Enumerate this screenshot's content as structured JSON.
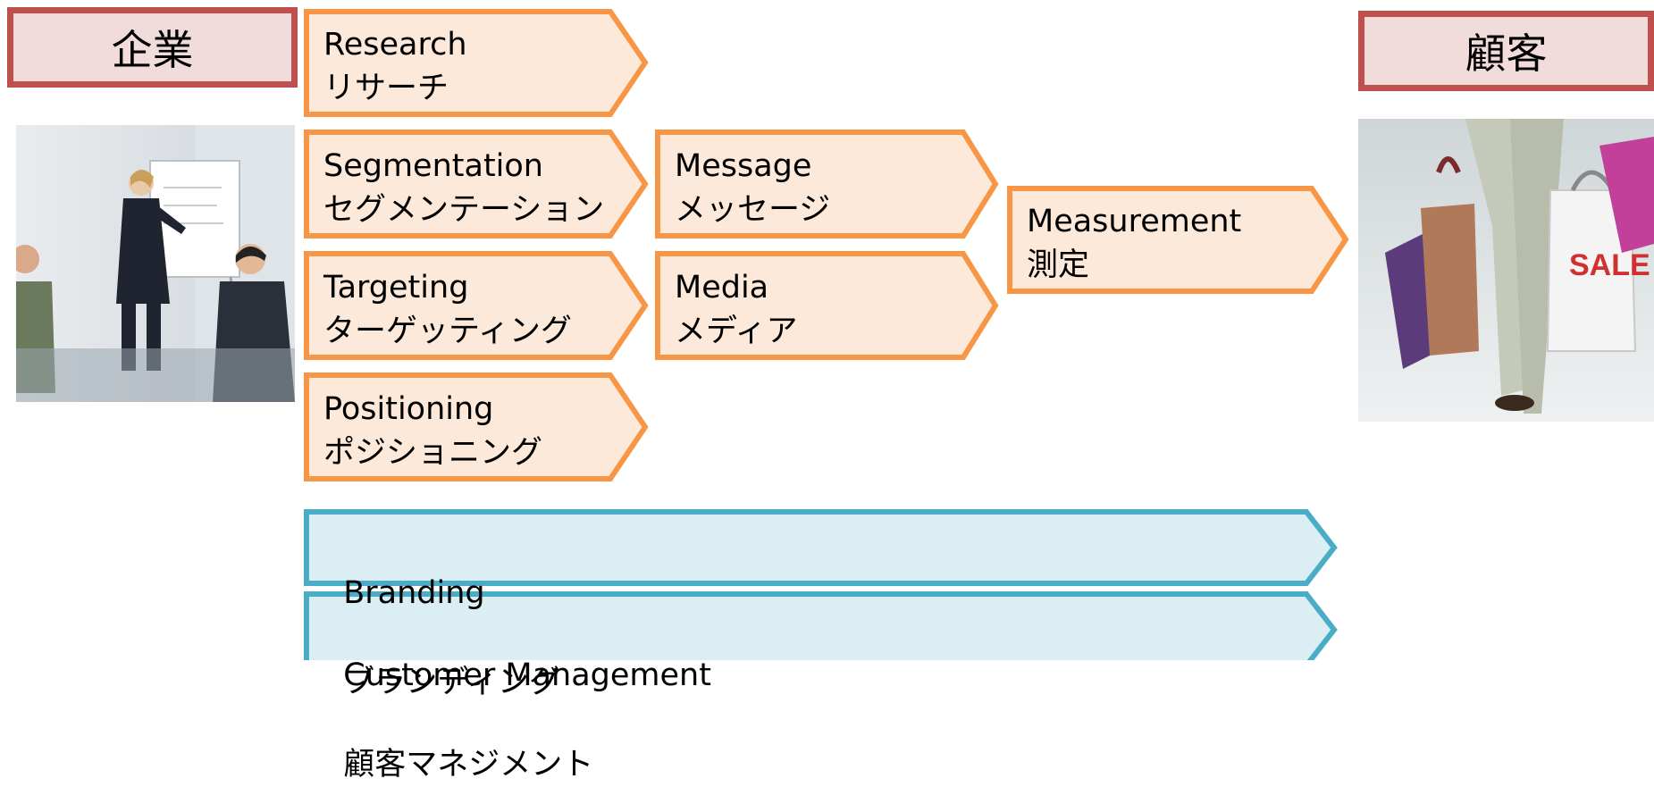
{
  "company": {
    "label": "企業"
  },
  "customer": {
    "label": "顧客"
  },
  "photos": {
    "office_description_icon": "presentation-photo",
    "shopping_sign": "SALE"
  },
  "steps": [
    {
      "en": "Research",
      "ja": "リサーチ"
    },
    {
      "en": "Segmentation",
      "ja": "セグメンテーション"
    },
    {
      "en": "Targeting",
      "ja": "ターゲッティング"
    },
    {
      "en": "Positioning",
      "ja": "ポジショニング"
    },
    {
      "en": "Message",
      "ja": "メッセージ"
    },
    {
      "en": "Media",
      "ja": "メディア"
    },
    {
      "en": "Measurement",
      "ja": "測定"
    }
  ],
  "bands": [
    {
      "en": "Branding",
      "ja": "ブランディング"
    },
    {
      "en": "Customer Management",
      "ja": "顧客マネジメント"
    }
  ],
  "colors": {
    "label_fill": "#f2dcdb",
    "label_border": "#c0504d",
    "step_fill": "#fde9d9",
    "step_border": "#f79646",
    "band_fill": "#daeef3",
    "band_border": "#4bacc6"
  }
}
